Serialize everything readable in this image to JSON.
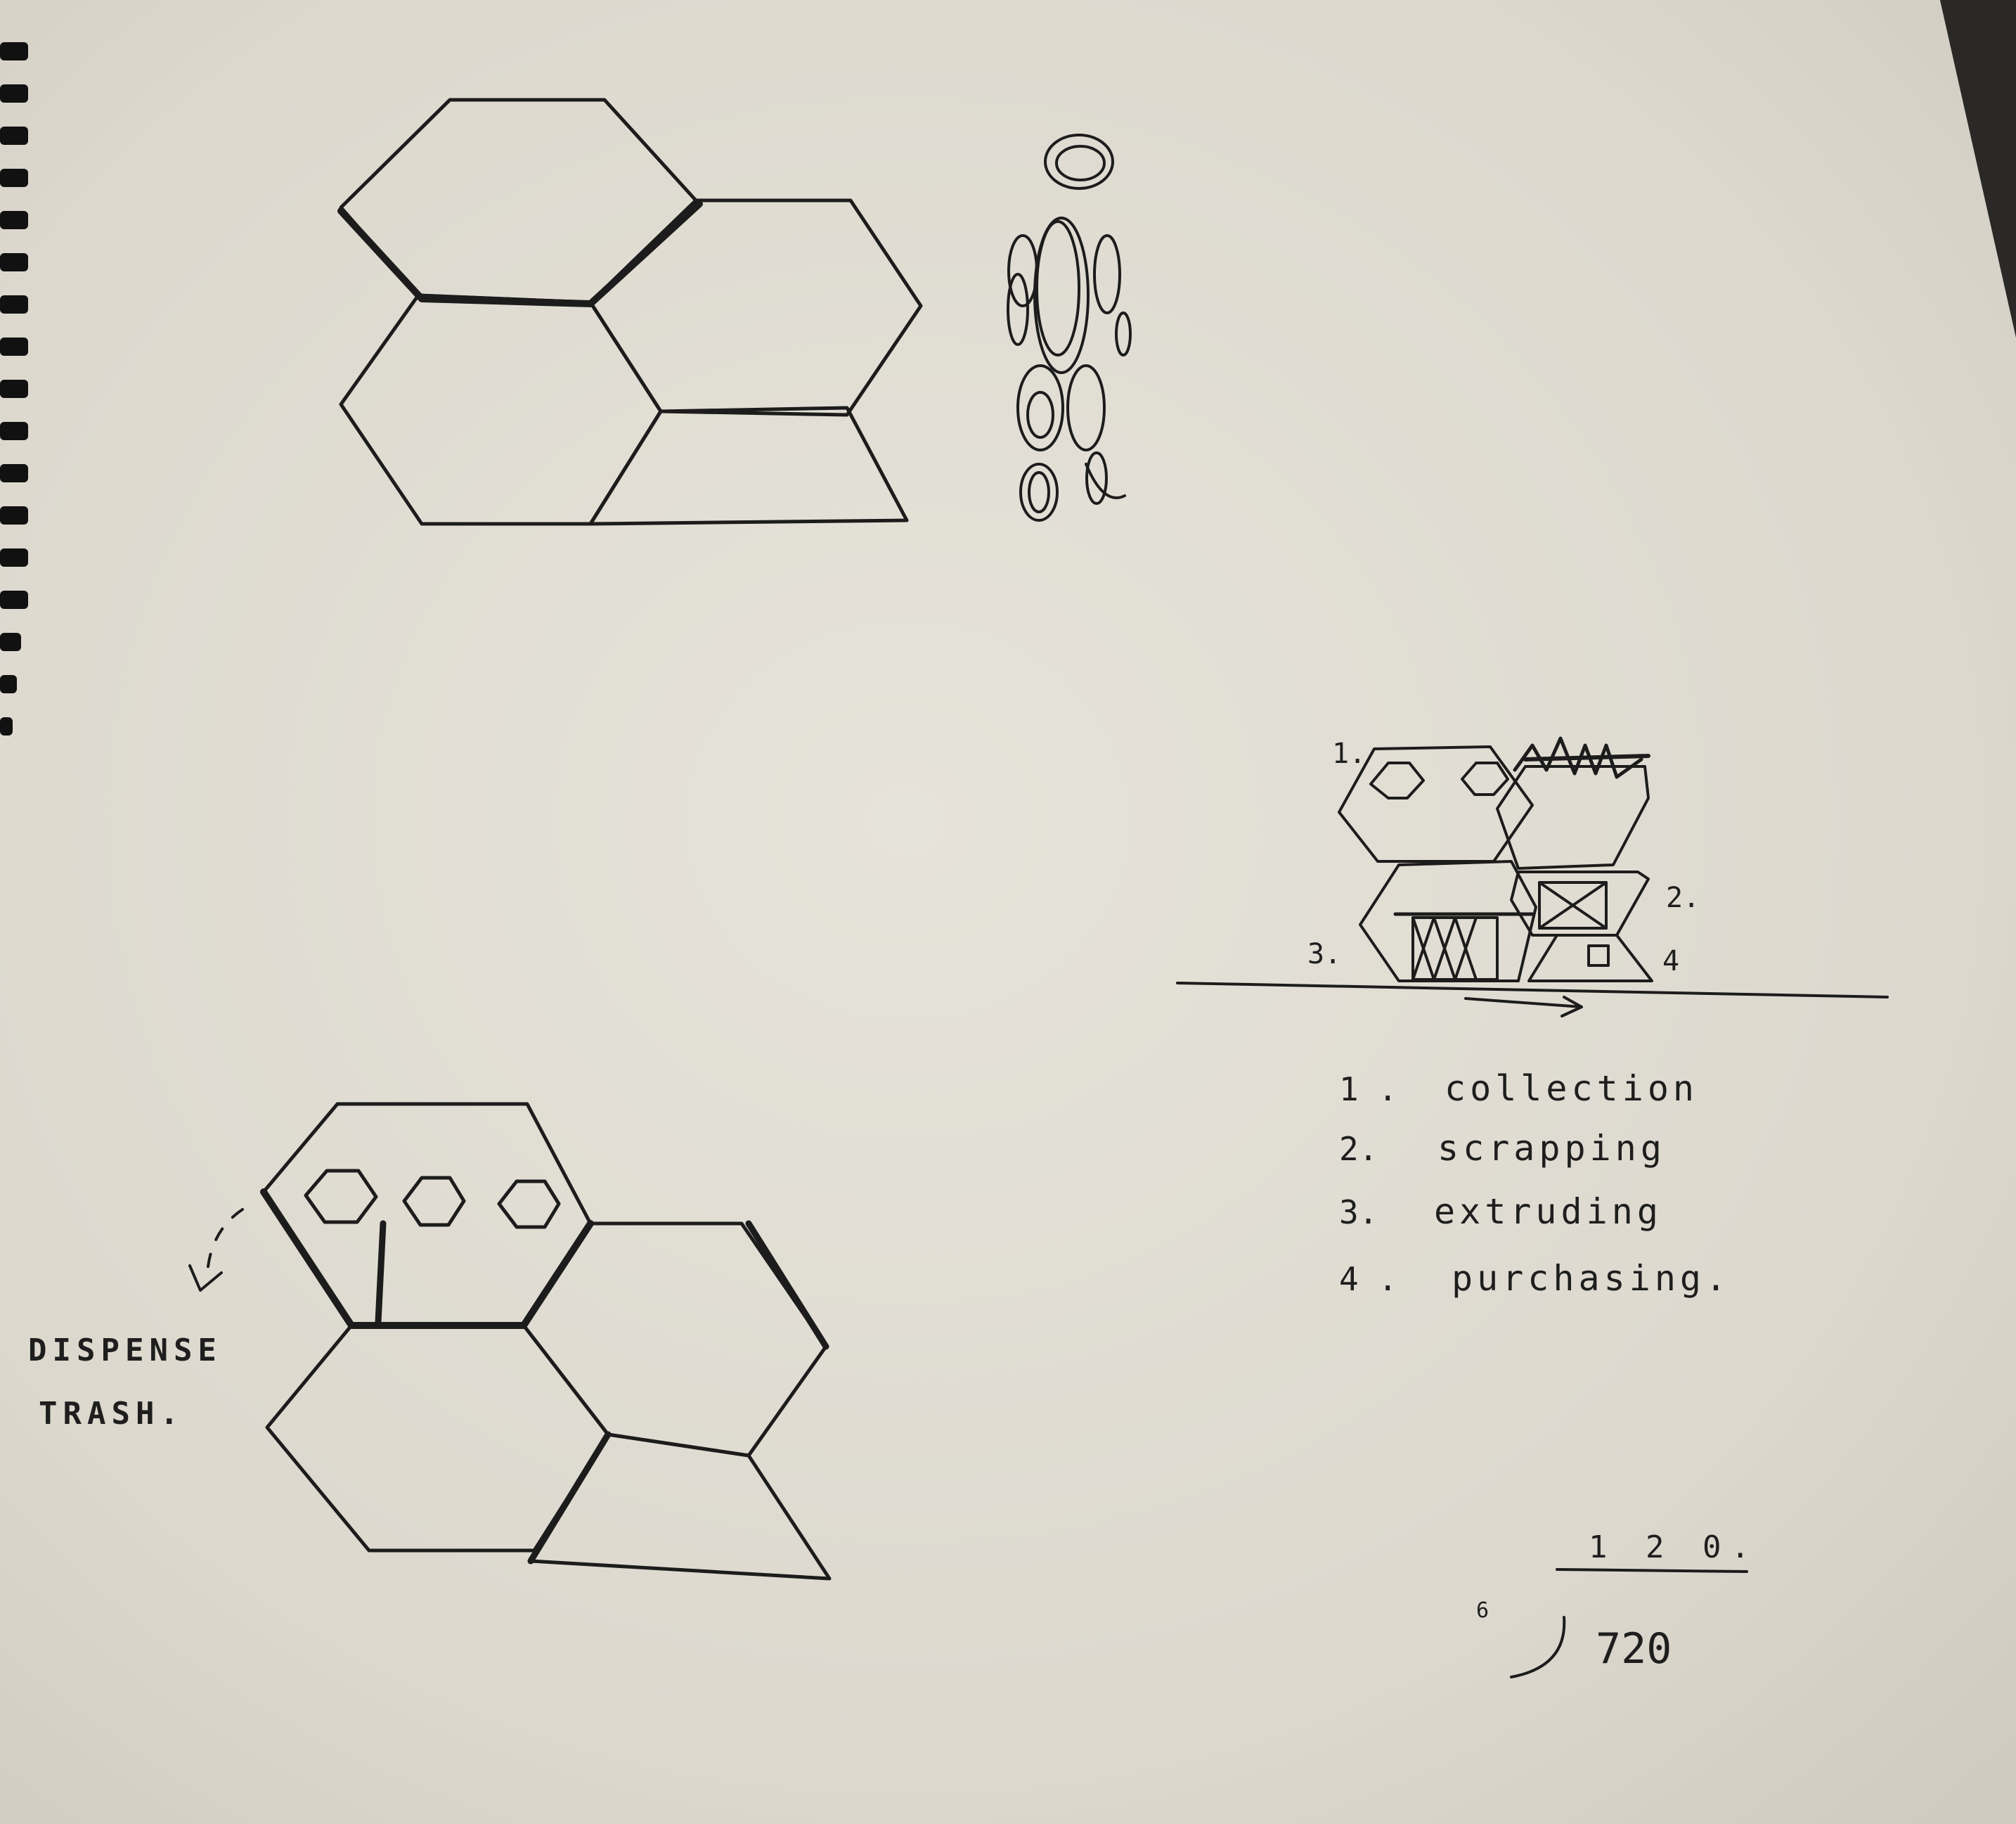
{
  "scene": {
    "description_colors": {
      "paper": "#e3e0d6",
      "ink": "#1c1c1c",
      "background": "#2f2d2b",
      "binding": "#111111"
    }
  },
  "annotations": {
    "dispense_line1": "DISPENSE",
    "dispense_line2": "TRASH.",
    "stack_label_1": "1.",
    "stack_label_2": "2.",
    "stack_label_3": "3.",
    "stack_label_4": "4"
  },
  "legend": {
    "items": [
      {
        "num": "1 .",
        "text": "collection"
      },
      {
        "num": "2.",
        "text": "scrapping"
      },
      {
        "num": "3.",
        "text": "extruding"
      },
      {
        "num": "4 .",
        "text": "purchasing."
      }
    ]
  },
  "calculation": {
    "quotient": "1 2 0.",
    "divisor": "6",
    "dividend": "720"
  }
}
